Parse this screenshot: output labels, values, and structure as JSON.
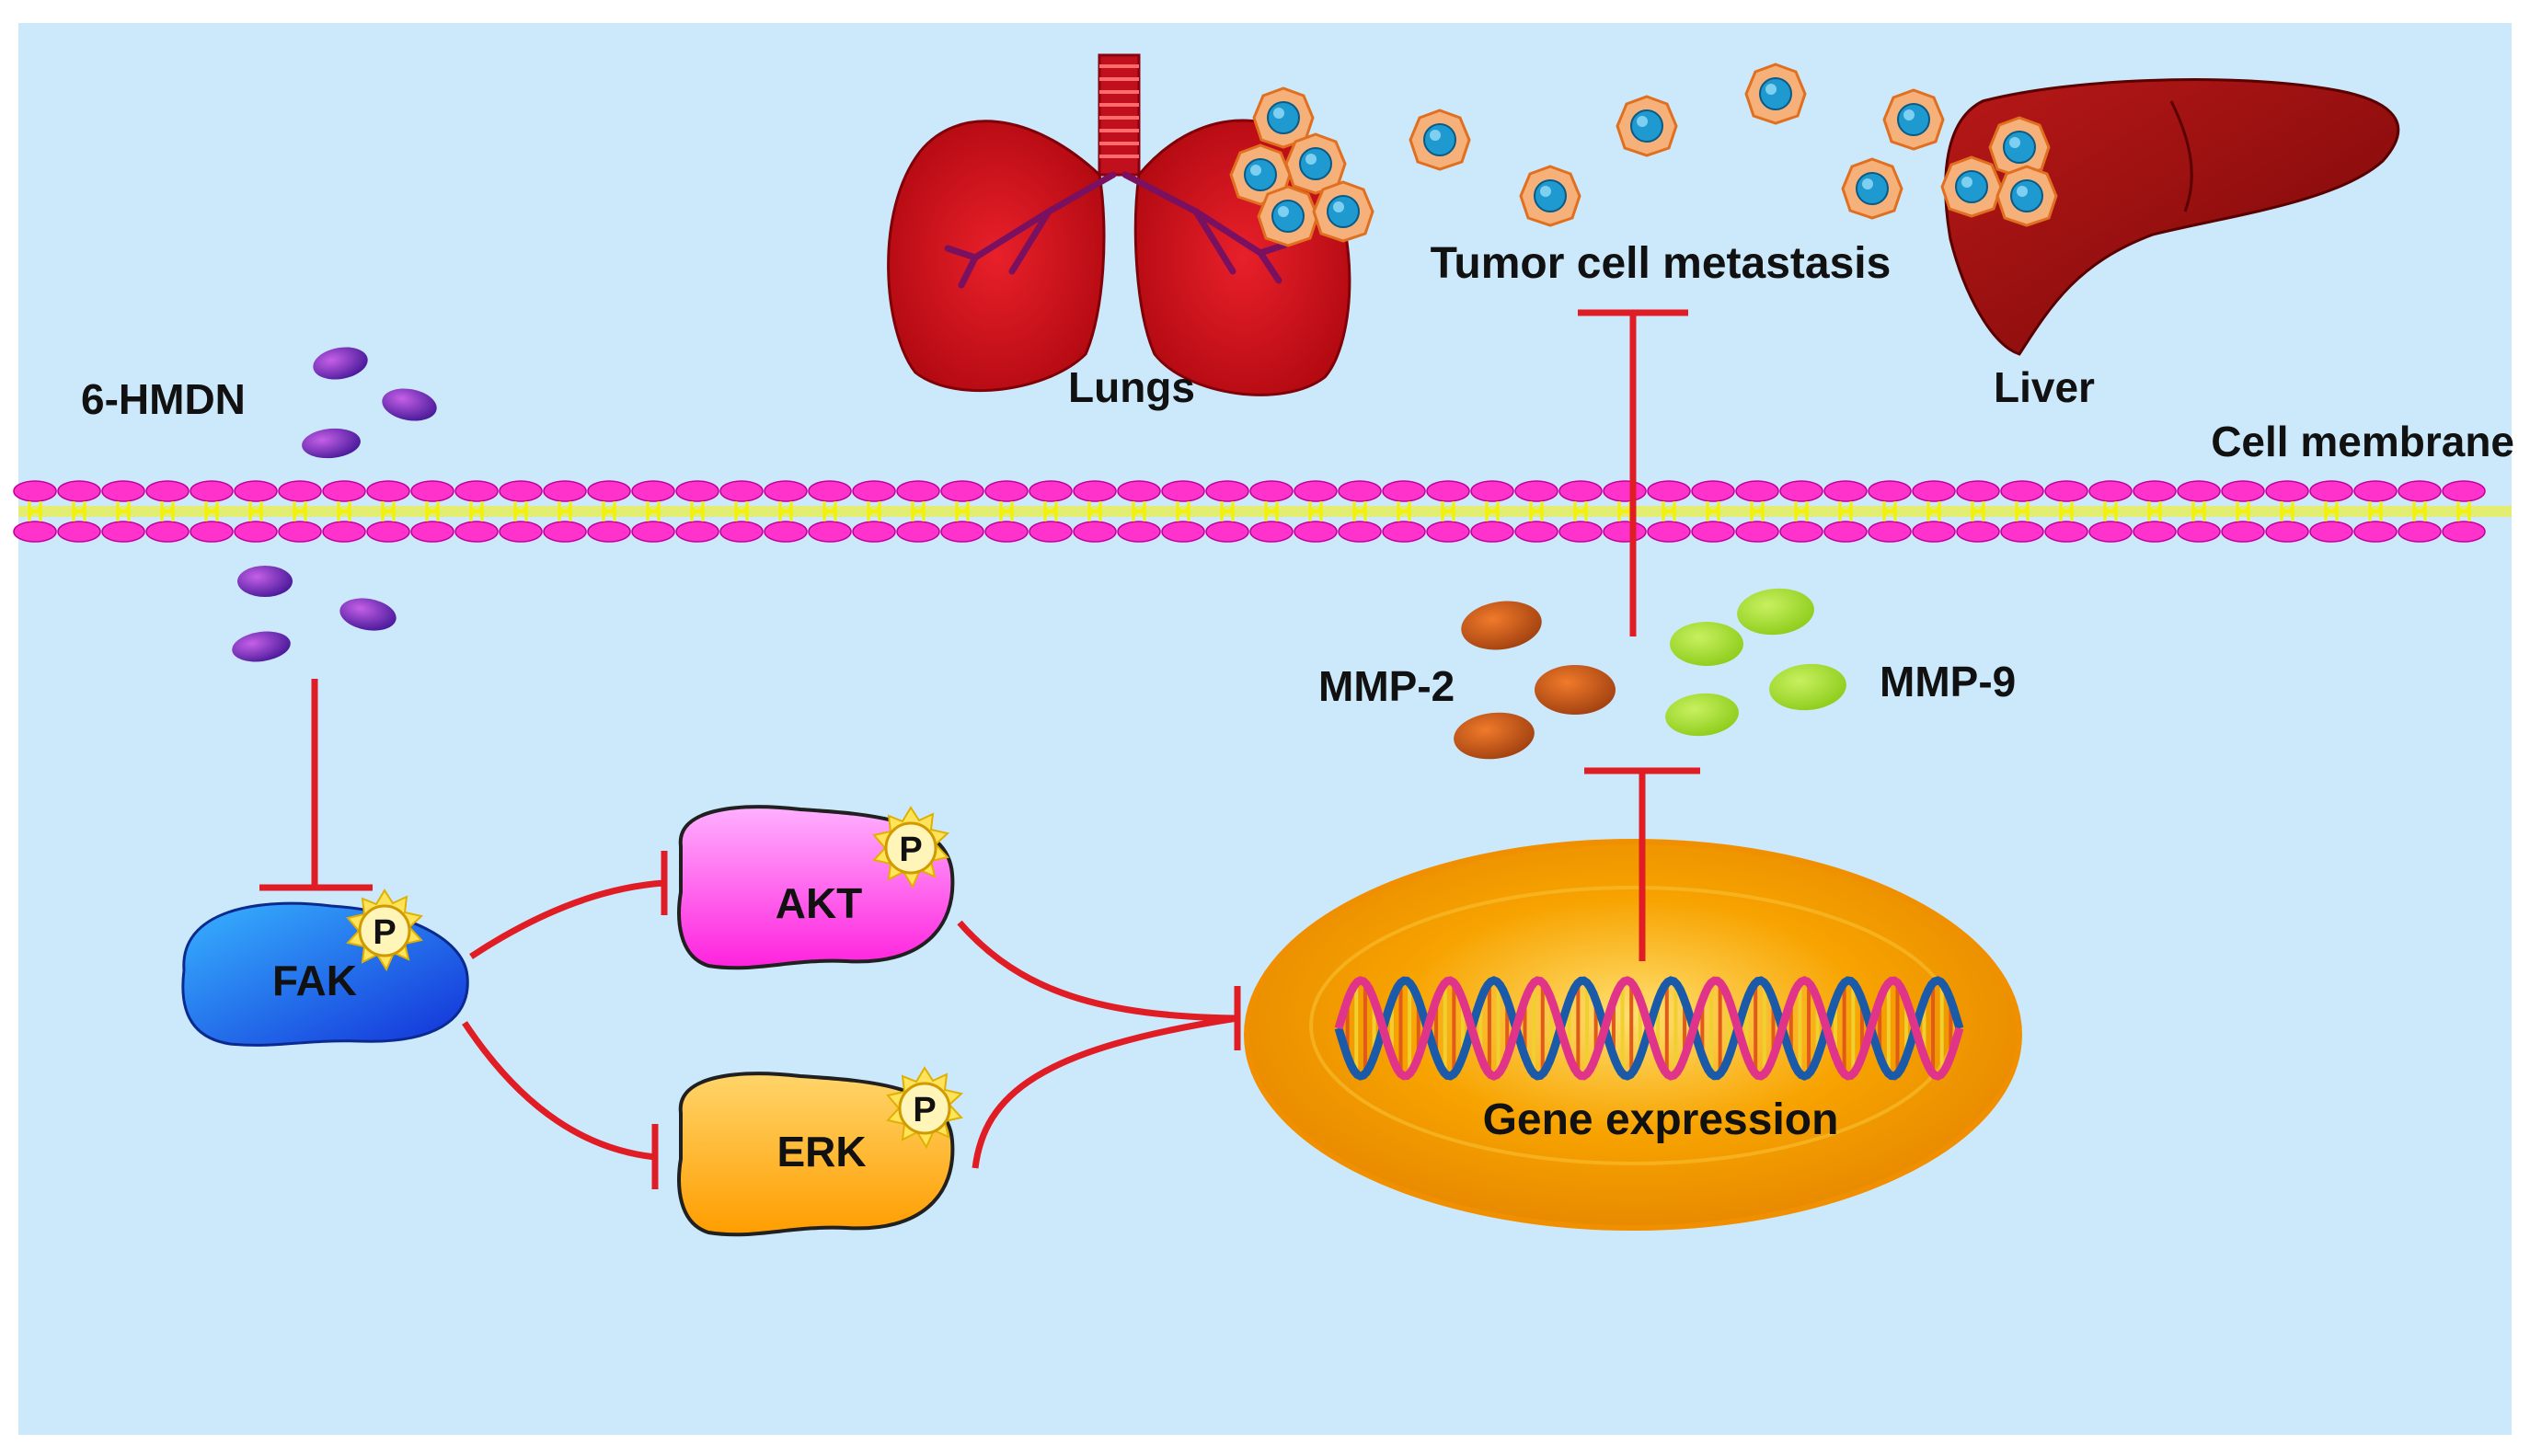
{
  "labels": {
    "drug": "6-HMDN",
    "lungs": "Lungs",
    "liver": "Liver",
    "metastasis": "Tumor cell metastasis",
    "membrane": "Cell membrane",
    "mmp2": "MMP-2",
    "mmp9": "MMP-9",
    "gene_expression": "Gene expression",
    "fak": "FAK",
    "akt": "AKT",
    "erk": "ERK",
    "phospho": "P"
  },
  "colors": {
    "background": "#cce9fb",
    "inhibition": "#e01c24",
    "membrane_head": "#ff33cc",
    "membrane_tail": "#f5f000",
    "drug": "#7a2aa8",
    "lungs": "#d0101a",
    "liver": "#9b1010",
    "tumor_cell": "#f6b07a",
    "tumor_nucleus": "#1e9ad0",
    "mmp2": "#d9541a",
    "mmp9": "#9ddc2c",
    "nucleus": "#f7a300",
    "fak": "#1560e0",
    "akt": "#ff33ee",
    "erk": "#ffb000",
    "phospho_badge": "#fff0a0"
  },
  "icons": [
    "lungs-icon",
    "liver-icon",
    "tumor-cell-icon",
    "dna-helix-icon",
    "phospho-badge-icon"
  ]
}
